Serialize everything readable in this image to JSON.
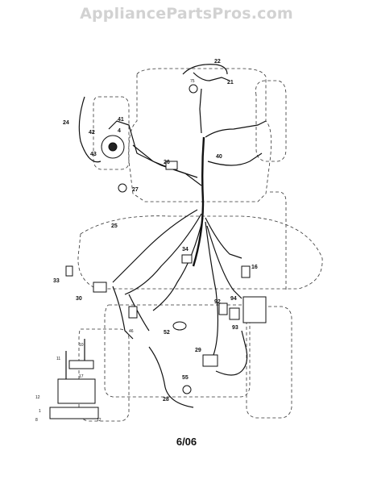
{
  "header": {
    "watermark": "AppliancePartsPros.com"
  },
  "footer": {
    "page_date": "6/06"
  },
  "callouts": [
    {
      "id": "c22",
      "label": "22"
    },
    {
      "id": "c21",
      "label": "21"
    },
    {
      "id": "c75",
      "label": "75"
    },
    {
      "id": "c24",
      "label": "24"
    },
    {
      "id": "c42",
      "label": "42"
    },
    {
      "id": "c41",
      "label": "41"
    },
    {
      "id": "c4",
      "label": "4"
    },
    {
      "id": "c43",
      "label": "43"
    },
    {
      "id": "c40",
      "label": "40"
    },
    {
      "id": "c26",
      "label": "26"
    },
    {
      "id": "c27",
      "label": "27"
    },
    {
      "id": "c25",
      "label": "25"
    },
    {
      "id": "c34",
      "label": "34"
    },
    {
      "id": "c16",
      "label": "16"
    },
    {
      "id": "c33",
      "label": "33"
    },
    {
      "id": "c30",
      "label": "30"
    },
    {
      "id": "c92",
      "label": "92"
    },
    {
      "id": "c94",
      "label": "94"
    },
    {
      "id": "c93",
      "label": "93"
    },
    {
      "id": "c46",
      "label": "46"
    },
    {
      "id": "c52",
      "label": "52"
    },
    {
      "id": "c29",
      "label": "29"
    },
    {
      "id": "c10",
      "label": "10"
    },
    {
      "id": "c11",
      "label": "11"
    },
    {
      "id": "c17",
      "label": "17"
    },
    {
      "id": "c12a",
      "label": "12"
    },
    {
      "id": "c1",
      "label": "1"
    },
    {
      "id": "c8",
      "label": "8"
    },
    {
      "id": "c12b",
      "label": "12"
    },
    {
      "id": "c55",
      "label": "55"
    },
    {
      "id": "c28",
      "label": "28"
    }
  ]
}
